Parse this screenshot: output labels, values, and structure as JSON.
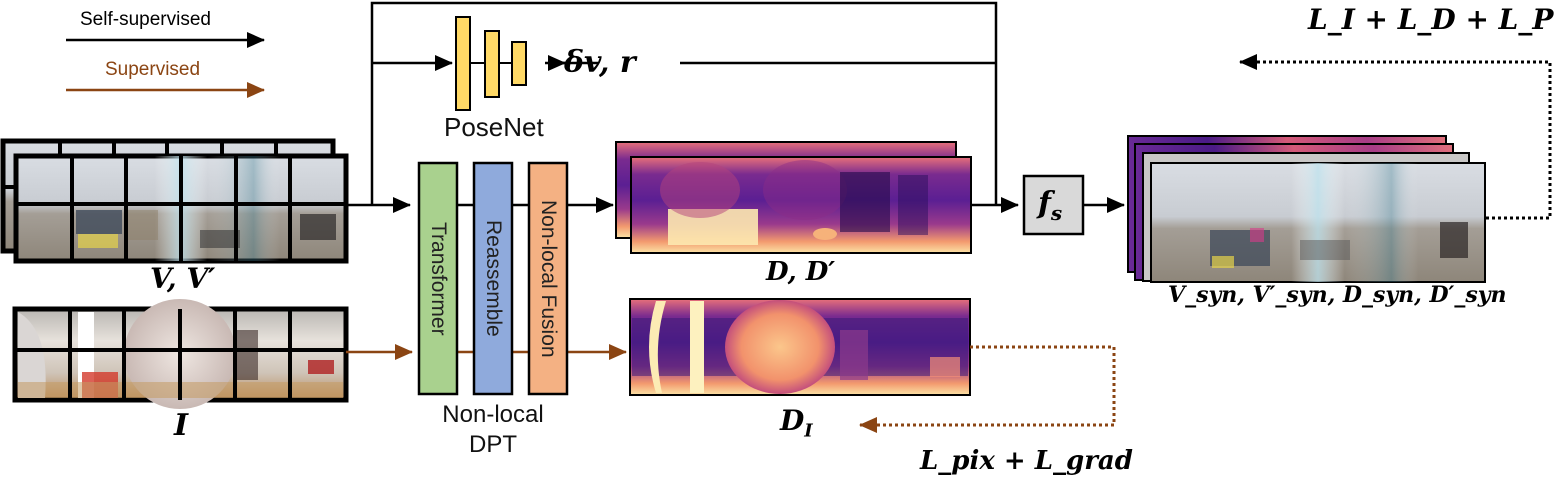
{
  "legend": {
    "self_supervised": {
      "label": "Self-supervised",
      "color": "#000000"
    },
    "supervised": {
      "label": "Supervised",
      "color": "#8B4513"
    }
  },
  "inputs": {
    "video": {
      "label": "V, V′",
      "grid": {
        "rows": 2,
        "cols": 6
      }
    },
    "image": {
      "label": "I",
      "grid": {
        "rows": 2,
        "cols": 6
      }
    }
  },
  "posenet": {
    "label": "PoseNet",
    "output_label": "δv, r",
    "color": "#FFD966"
  },
  "dpt": {
    "title_line1": "Non-local",
    "title_line2": "DPT",
    "blocks": [
      {
        "label": "Transformer",
        "color": "#A9D18E"
      },
      {
        "label": "Reassemble",
        "color": "#8FAADC"
      },
      {
        "label": "Non-local Fusion",
        "color": "#F4B183"
      }
    ]
  },
  "depth_outputs": {
    "self_supervised": {
      "label": "D, D′"
    },
    "supervised": {
      "label": "D_I",
      "base": "D",
      "sub": "I"
    }
  },
  "synthesis": {
    "label": "f_s",
    "base": "f",
    "sub": "s",
    "box_color": "#D9D9D9",
    "output_label": "V_syn, V′_syn, D_syn, D′_syn"
  },
  "losses": {
    "self_supervised": "L_I + L_D + L_P",
    "supervised": "L_pix + L_grad"
  },
  "colors": {
    "arrow_black": "#000000",
    "arrow_brown": "#8B4513",
    "depth_dark": "#2A0E5C",
    "depth_mid": "#B5367A",
    "depth_light": "#FCE8A8"
  }
}
